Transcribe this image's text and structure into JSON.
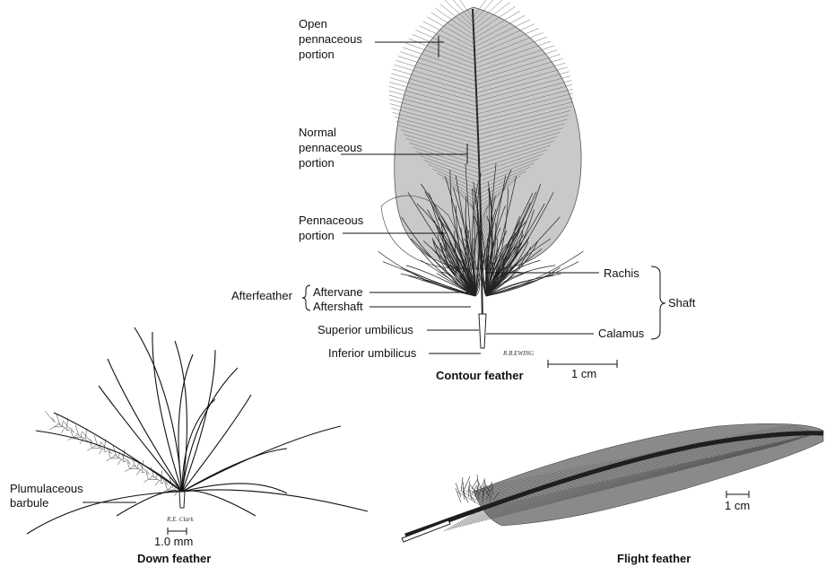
{
  "contour": {
    "title": "Contour feather",
    "labels": {
      "open_pennaceous": [
        "Open",
        "pennaceous",
        "portion"
      ],
      "normal_pennaceous": [
        "Normal",
        "pennaceous",
        "portion"
      ],
      "pennaceous_portion": [
        "Pennaceous",
        "portion"
      ],
      "afterfeather": "Afterfeather",
      "aftervane": "Aftervane",
      "aftershaft": "Aftershaft",
      "superior_umbilicus": "Superior umbilicus",
      "inferior_umbilicus": "Inferior umbilicus",
      "rachis": "Rachis",
      "calamus": "Calamus",
      "shaft": "Shaft"
    },
    "scale_label": "1 cm",
    "artist_signature": "R.B.EWING"
  },
  "down": {
    "title": "Down feather",
    "labels": {
      "plumulaceous_barbule": [
        "Plumulaceous",
        "barbule"
      ]
    },
    "scale_label": "1.0 mm",
    "artist_signature": "R.E. Clark"
  },
  "flight": {
    "title": "Flight feather",
    "scale_label": "1 cm"
  },
  "colors": {
    "ink": "#111111",
    "vane_fill": "#bdbdbd",
    "flight_vane": "#8a8a8a",
    "rachis": "#2a2a2a"
  }
}
